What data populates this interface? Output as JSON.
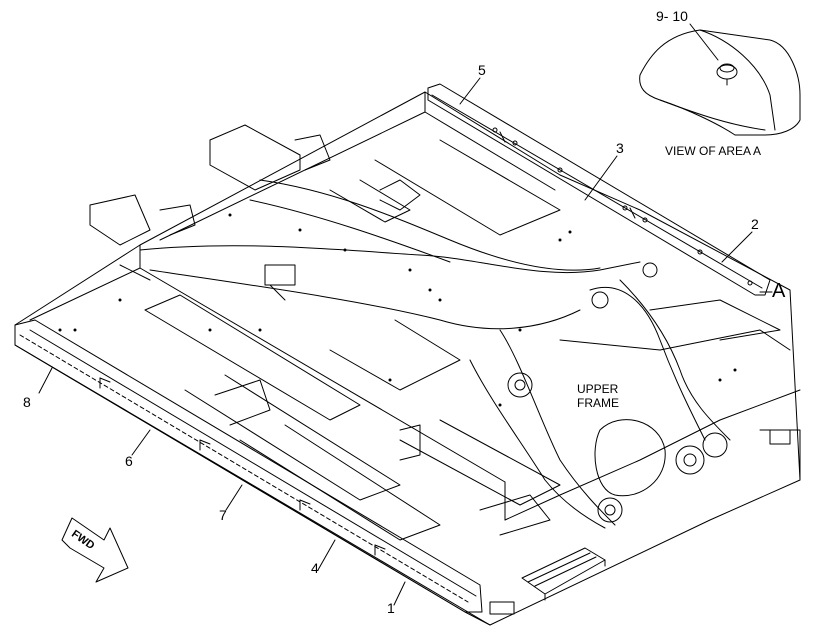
{
  "callouts": {
    "c5": "5",
    "c3": "3",
    "c2": "2",
    "c8": "8",
    "c6": "6",
    "c7": "7",
    "c4": "4",
    "c1": "1",
    "c910": "9- 10"
  },
  "labels": {
    "view_of_area_a": "VIEW OF AREA  A",
    "area_letter": "A",
    "upper_frame_line1": "UPPER",
    "upper_frame_line2": "FRAME",
    "fwd": "FWD"
  }
}
